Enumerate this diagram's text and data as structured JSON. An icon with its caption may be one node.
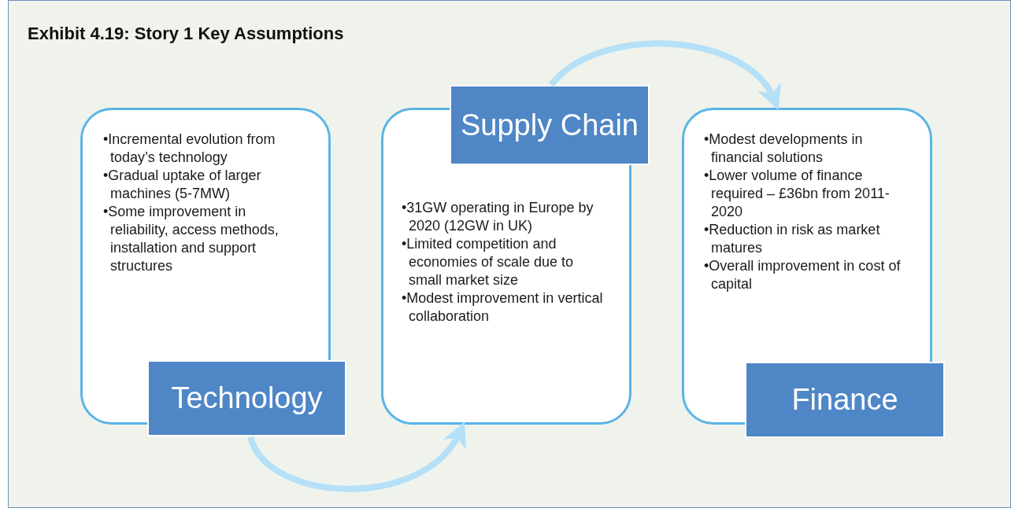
{
  "diagram": {
    "title": "Exhibit 4.19: Story 1 Key Assumptions",
    "nodes": [
      {
        "text": [
          "•Incremental evolution from today’s technology",
          "•Gradual uptake of larger machines (5-7MW)",
          "•Some improvement in reliability, access methods, installation and support structures",
          "Technology"
        ]
      },
      {
        "text": [
          "Supply Chain",
          "•31GW operating in Europe by 2020 (12GW in UK)",
          "•Limited competition and economies of scale due to small market size",
          "•Modest improvement in vertical collaboration"
        ]
      },
      {
        "text": [
          "•Modest developments in financial solutions",
          "•Lower volume of finance required – £36bn from 2011-2020",
          "•Reduction in risk as market matures",
          "•Overall improvement in cost of capital",
          "Finance"
        ]
      }
    ],
    "edges": [
      {
        "from": 0,
        "to": 1,
        "arrow": "to"
      },
      {
        "from": 1,
        "to": 2,
        "arrow": "to"
      }
    ]
  }
}
